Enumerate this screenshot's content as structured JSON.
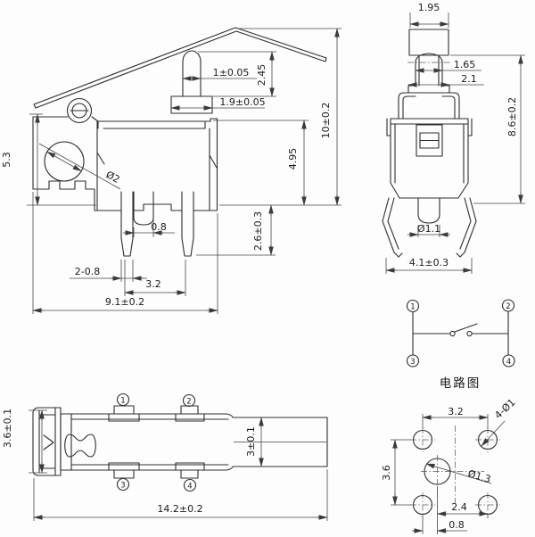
{
  "views": {
    "side": {
      "plunger_width": "1±0.05",
      "plunger_height": "2.45",
      "collar_width": "1.9±0.05",
      "total_height": "10±0.2",
      "body_height": "4.95",
      "left_height": "5.3",
      "hole_dia": "Ø2",
      "slot_width": "0.8",
      "pin_width": "2-0.8",
      "pin_pitch": "3.2",
      "body_width": "9.1±0.2",
      "pin_length": "2.6±0.3"
    },
    "front": {
      "lever_width": "1.95",
      "plunger_width": "1.65",
      "collar_width": "2.1",
      "height": "8.6±0.2",
      "pin_dia": "Ø1.1",
      "leg_span": "4.1±0.3"
    },
    "circuit": {
      "caption": "电路图",
      "t1": "1",
      "t2": "2",
      "t3": "3",
      "t4": "4"
    },
    "top": {
      "body_width": "3.6±0.1",
      "lever_width": "3±0.1",
      "total_length": "14.2±0.2",
      "t1": "1",
      "t2": "2",
      "t3": "3",
      "t4": "4"
    },
    "pcb": {
      "pitch_x": "3.2",
      "pitch_y": "3.6",
      "corner_holes": "4-Ø1",
      "center_hole": "Ø1.3",
      "offset_right": "2.4",
      "offset_left": "0.8"
    }
  }
}
